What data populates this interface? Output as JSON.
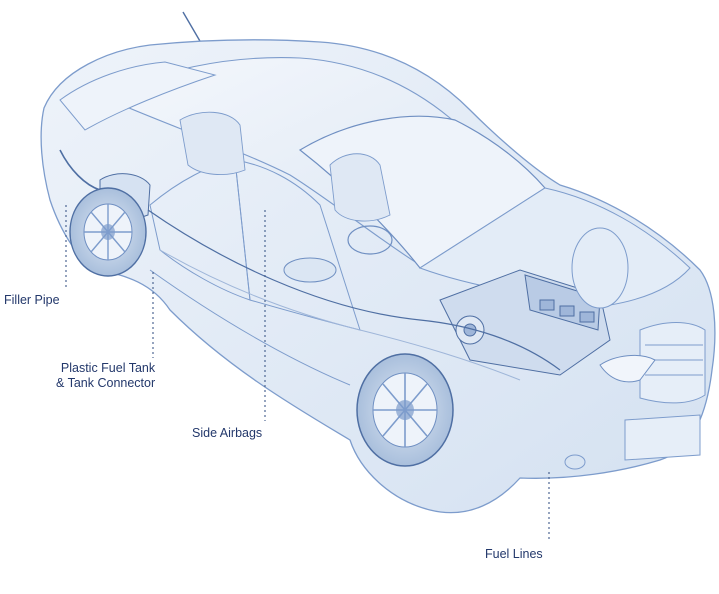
{
  "diagram": {
    "colors": {
      "line": "#7d9ccc",
      "line_dark": "#4f6fa3",
      "fill_light": "#e6eef8",
      "fill_mid": "#c9d8ec",
      "leader": "#3f5a8a",
      "label_text": "#23386b"
    },
    "callouts": [
      {
        "id": "filler-pipe",
        "label": "Filler Pipe"
      },
      {
        "id": "plastic-fuel-tank",
        "label": "Plastic Fuel Tank\n& Tank Connector"
      },
      {
        "id": "side-airbags",
        "label": "Side Airbags"
      },
      {
        "id": "fuel-lines",
        "label": "Fuel Lines"
      }
    ]
  }
}
